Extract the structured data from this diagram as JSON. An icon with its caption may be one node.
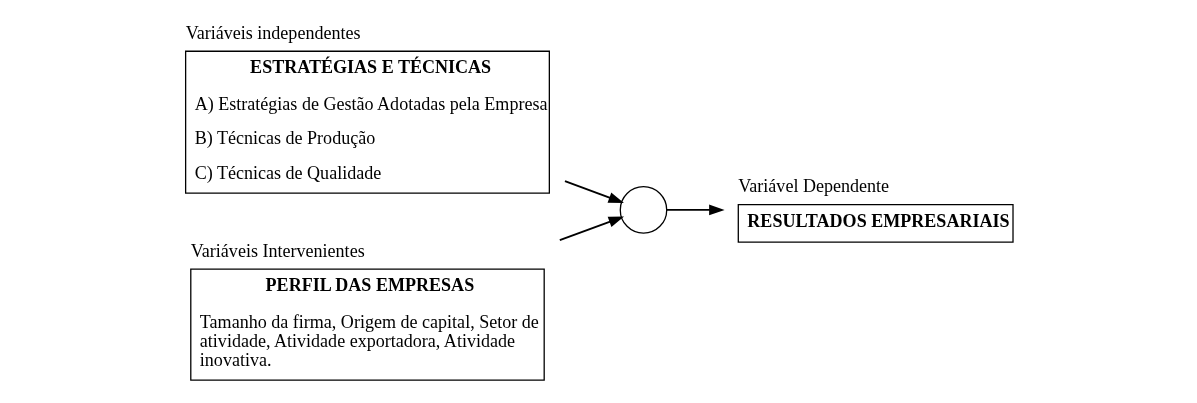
{
  "diagram": {
    "nodes": [
      {
        "text": [
          "ESTRATÉGIAS E TÉCNICAS",
          "A) Estratégias de Gestão Adotadas pela Empresa",
          "B) Técnicas de Produção",
          "C) Técnicas de Qualidade"
        ],
        "beside": [
          "Variáveis independentes"
        ]
      },
      {
        "text": [],
        "shape": "circle"
      },
      {
        "text": [
          "RESULTADOS EMPRESARIAIS"
        ],
        "beside": [
          "Variável Dependente"
        ]
      },
      {
        "text": [
          "PERFIL DAS EMPRESAS",
          "Tamanho da firma, Origem de capital, Setor de atividade, Atividade exportadora, Atividade inovativa."
        ],
        "beside": [
          "Variáveis Intervenientes"
        ]
      }
    ],
    "edges": [
      {
        "from": 0,
        "to": 1,
        "arrow": "to"
      },
      {
        "from": 1,
        "to": 2,
        "arrow": "to"
      },
      {
        "from": 3,
        "to": 1,
        "arrow": "to"
      }
    ]
  }
}
